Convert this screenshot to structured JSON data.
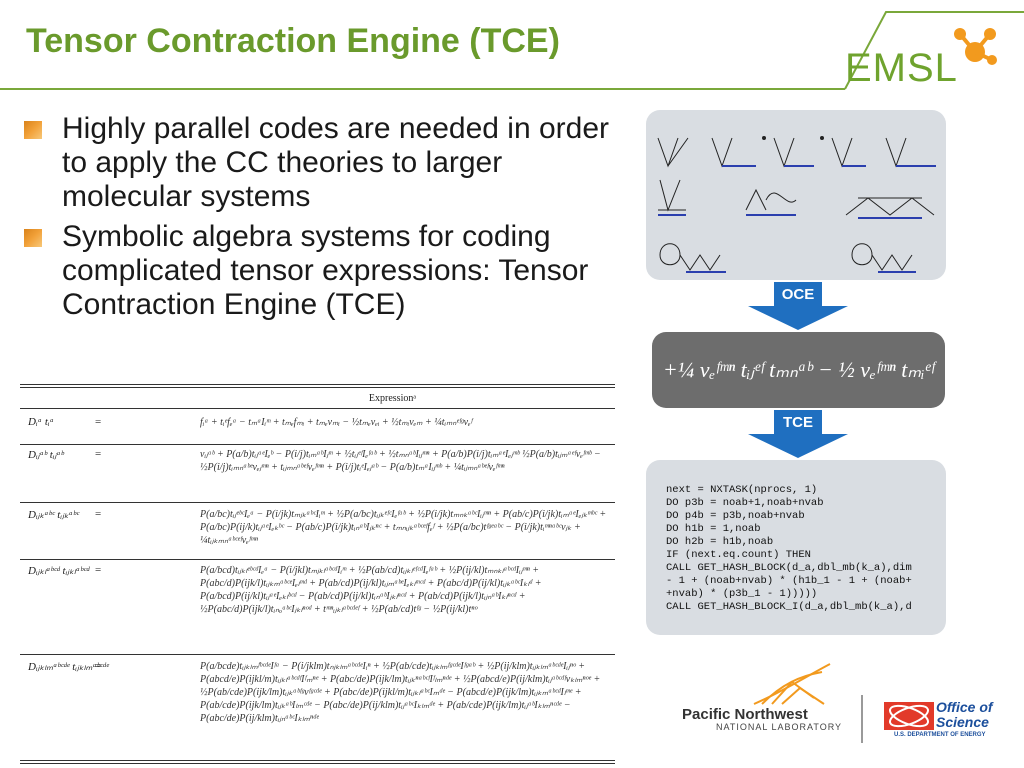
{
  "title": "Tensor Contraction Engine (TCE)",
  "logo": {
    "emsl": "EMSL"
  },
  "bullets": [
    "Highly parallel codes are needed in order to apply the CC theories to larger molecular systems",
    "Symbolic algebra systems  for coding  complicated tensor expressions: Tensor Contraction Engine (TCE)"
  ],
  "table": {
    "header": "Expressionᵃ",
    "rows": [
      {
        "label": "Dᵢᵃ tᵢᵃ",
        "eq": "=",
        "expr": "fᵢᵃ + tᵢᵉfₑᵃ − tₘᵃIᵢᵐ + tₘₑfₘᵢ + tₘₑvₘᵢ − ½tₘₑvₑᵢ + ½tₘᵢvₑₘ + ¼tᵢₘₙᵉᶠᵍvₑᶠ"
      },
      {
        "label": "Dᵢⱼᵃᵇ tᵢⱼᵃᵇ",
        "eq": "=",
        "expr": "vᵢⱼᵃᵇ + P(a/b)tᵢⱼᵃᵉIₑᵇ − P(i/j)tᵢₘᵃᵇIⱼᵐ + ½tᵢⱼᵉᶠIₑᶠᵃᵇ + ½tₘₙᵃᵇIᵢⱼᵐⁿ + P(a/b)P(i/j)tᵢₘᵃᵉIₑⱼᵐᵇ ½P(a/b)tᵢⱼₘᵃᵉᶠvₑᶠᵐᵇ − ½P(i/j)tᵢₘₙᵃᵇᵉvₑⱼᵐⁿ + tᵢⱼₘₙᵃᵇᵉᶠvₑᶠᵐⁿ + P(i/j)tᵢᵉIₑⱼᵃᵇ − P(a/b)tₘᵃIᵢⱼᵐᵇ + ¼tᵢⱼₘₙᵃᵇᵉᶠvₑᶠᵐⁿ"
      },
      {
        "label": "Dᵢⱼₖᵃᵇᶜ tᵢⱼₖᵃᵇᶜ",
        "eq": "=",
        "expr": "P(a/bc)tᵢⱼᵉᵇᶜIₑᵃ − P(i/jk)tₘⱼₖᵃᵇᶜIᵢᵐ + ½P(a/bc)tᵢⱼₖᵉᶠᶜIₑᶠᵃᵇ + ½P(i/jk)tₘₙₖᵃᵇᶜIᵢⱼᵐⁿ + P(ab/c)P(i/jk)tᵢₘᵃᵉIₑⱼₖᵐᵇᶜ + P(a/bc)P(ij/k)tᵢⱼᵃᵉIₑₖᵇᶜ − P(ab/c)P(i/jk)tᵢₙᵃᵇIⱼₖⁿᶜ + tₘₙᵢⱼₖᵃᵇᶜᵉᶠfₑᶠ + ½P(a/bc)tᶠᵍᵉᵃᵇᶜ − P(i/jk)tᵢᵐⁿᵃᵇᶜvⱼₖ + ¼tᵢⱼₖₘₙᵃᵇᶜᵉᶠvₑᶠᵐⁿ"
      },
      {
        "label": "Dᵢⱼₖₗᵃᵇᶜᵈ tᵢⱼₖₗᵃᵇᶜᵈ",
        "eq": "=",
        "expr": "P(a/bcd)tᵢⱼₖₗᵉᵇᶜᵈIₑᵃ − P(i/jkl)tₘⱼₖₗᵃᵇᶜᵈIᵢᵐ + ½P(ab/cd)tᵢⱼₖₗᵉᶠᶜᵈIₑᶠᵃᵇ + ½P(ij/kl)tₘₙₖₗᵃᵇᶜᵈIᵢⱼᵐⁿ + P(abc/d)P(ijk/l)tᵢⱼₖₘᵃᵇᶜᵉIₑₗᵐᵈ + P(ab/cd)P(ij/kl)tᵢⱼₘᵃᵇᵉIₑₖₗᵐᶜᵈ + P(abc/d)P(ij/kl)tᵢⱼₖᵃᵇᶜIₖₗᵈ + P(a/bcd)P(ij/kl)tᵢⱼᵃᵉIₑₖₗᵇᶜᵈ − P(ab/cd)P(ij/kl)tᵢₙᵃᵇIⱼₖₗⁿᶜᵈ + P(ab/cd)P(ijk/l)tᵢⱼₙᵃᵇIₖₗⁿᶜᵈ + ½P(abc/d)P(ijk/l)tᵢₙₒᵃᵇᶜIⱼₖₗⁿᵒᵈ + tᵐⁿᵢⱼₖₗᵃᵇᶜᵈᵉᶠ + ½P(ab/cd)tᶠᵍ − ½P(ij/kl)tⁿᵒ"
      },
      {
        "label": "Dᵢⱼₖₗₘᵃᵇᶜᵈᵉ tᵢⱼₖₗₘᵃᵇᶜᵈᵉ",
        "eq": "=",
        "expr": "P(a/bcde)tᵢⱼₖₗₘᶠᵇᶜᵈᵉIᶠᵃ − P(i/jklm)tₙⱼₖₗₘᵃᵇᶜᵈᵉIᵢⁿ + ½P(ab/cde)tᵢⱼₖₗₘᶠᵍᶜᵈᵉIᶠᵍᵃᵇ + ½P(ij/klm)tᵢⱼₖₗₘᵃᵇᶜᵈᵉIᵢⱼⁿᵒ + P(abcd/e)P(ijkl/m)tᵢⱼₖₗᵃᵇᶜᵈᶠIᶠₘⁿᵉ + P(abc/de)P(ijk/lm)tᵢⱼₖⁿᵃᵇᶜᶠIᶠₗₘⁿᵈᵉ + ½P(abcd/e)P(ij/klm)tᵢⱼᵃᵇᶜᵈᶠvₖₗₘⁿᵒᵉ + ½P(ab/cde)P(ijk/lm)tᵢⱼₖᵃᵇᶠᵍvᶠᵍᶜᵈᵉ + P(abc/de)P(ijkl/m)tᵢⱼₖₗᵃᵇᶜIₘᵈᵉ − P(abcd/e)P(ijk/lm)tᵢⱼₖₘᵃᵇᶜᵈIₗᵐᵉ + P(ab/cde)P(ijk/lm)tᵢⱼₖᵃᵇIₗₘᶜᵈᵉ − P(abc/de)P(ij/klm)tᵢⱼᵃᵇᶜIₖₗₘᵈᵉ + P(ab/cde)P(ijk/lm)tᵢⱼᵃᵇIₖₗₘⁿᶜᵈᵉ − P(abc/de)P(ij/klm)tᵢⱼₙᵃᵇᶜIₖₗₘⁿᵈᵉ"
      }
    ]
  },
  "oce_label": "OCE",
  "tce_label": "TCE",
  "equation": "+¼ vₑᶠᵐⁿ tᵢⱼᵉᶠ tₘₙᵃᵇ − ½ vₑᶠᵐⁿ tₘᵢᵉᶠ tₙⱼᵃᵇ +",
  "code": "next = NXTASK(nprocs, 1)\nDO p3b = noab+1,noab+nvab\nDO p4b = p3b,noab+nvab\nDO h1b = 1,noab\nDO h2b = h1b,noab\nIF (next.eq.count) THEN\nCALL GET_HASH_BLOCK(d_a,dbl_mb(k_a),dim\n- 1 + (noab+nvab) * (h1b_1 - 1 + (noab+\n+nvab) * (p3b_1 - 1)))))\nCALL GET_HASH_BLOCK_I(d_a,dbl_mb(k_a),d",
  "footer": {
    "pnnl_line1": "Pacific Northwest",
    "pnnl_line2": "NATIONAL LABORATORY",
    "office_of": "Office of",
    "science": "Science",
    "doe": "U.S. DEPARTMENT OF ENERGY"
  },
  "colors": {
    "title": "#6a9a2c",
    "accent_orange": "#f29a1e",
    "arrow_blue": "#1f6fc0",
    "doe_blue": "#1c4f9c"
  }
}
